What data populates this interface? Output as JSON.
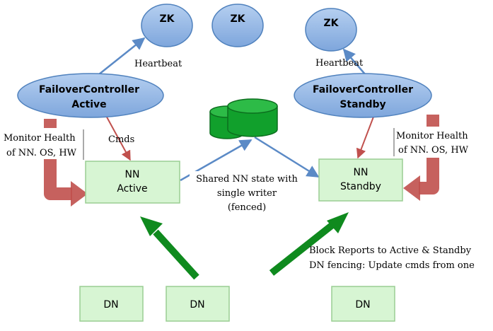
{
  "colors": {
    "ellipse_fill": "#8fb4e3",
    "ellipse_stroke": "#4f81bd",
    "box_fill": "#d7f5d3",
    "box_stroke": "#9acd93",
    "thin_arrow": "#5b8ac6",
    "red_arrow": "#c0504d",
    "green_arrow": "#0f8a1e",
    "disk_fill": "#11a02c"
  },
  "zk_nodes": [
    {
      "label": "ZK"
    },
    {
      "label": "ZK"
    },
    {
      "label": "ZK"
    }
  ],
  "controllers": {
    "active": {
      "line1": "FailoverController",
      "line2": "Active"
    },
    "standby": {
      "line1": "FailoverController",
      "line2": "Standby"
    }
  },
  "namenodes": {
    "active": {
      "line1": "NN",
      "line2": "Active"
    },
    "standby": {
      "line1": "NN",
      "line2": "Standby"
    }
  },
  "datanodes": [
    {
      "label": "DN"
    },
    {
      "label": "DN"
    },
    {
      "label": "DN"
    }
  ],
  "labels": {
    "heartbeat_left": "Heartbeat",
    "heartbeat_right": "Heartbeat",
    "cmds": "Cmds",
    "monitor_left_1": "Monitor Health",
    "monitor_left_2": "of NN. OS, HW",
    "monitor_right_1": "Monitor Health",
    "monitor_right_2": "of NN. OS, HW",
    "shared_1": "Shared NN state with",
    "shared_2": "single writer",
    "shared_3": "(fenced)",
    "block_1": "Block Reports to Active & Standby",
    "block_2": "DN fencing: Update cmds from one"
  }
}
